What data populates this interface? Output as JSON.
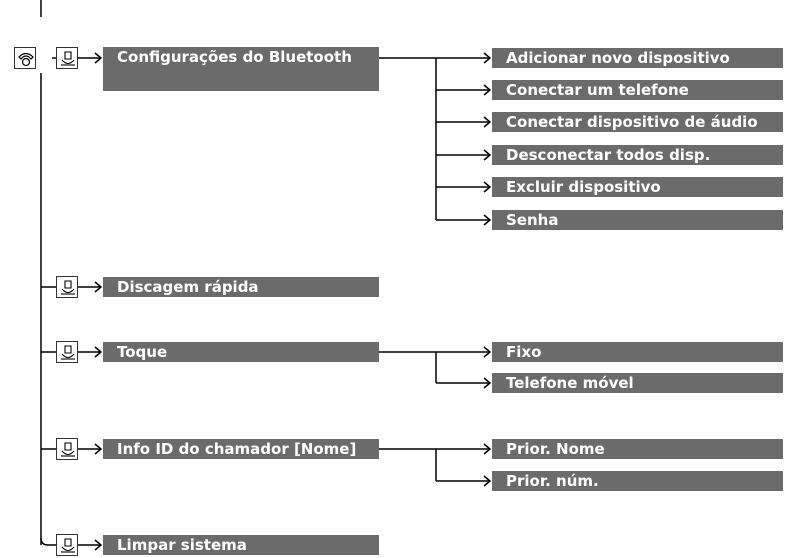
{
  "phone_icon": "phone-handset-icon",
  "voice_icon": "talk-button-icon",
  "menu": [
    {
      "label": "Configurações do Bluetooth",
      "children": [
        "Adicionar novo dispositivo",
        "Conectar um telefone",
        "Conectar dispositivo de áudio",
        "Desconectar todos disp.",
        "Excluir dispositivo",
        "Senha"
      ]
    },
    {
      "label": "Discagem rápida",
      "children": []
    },
    {
      "label": "Toque",
      "children": [
        "Fixo",
        "Telefone móvel"
      ]
    },
    {
      "label": "Info ID do chamador [Nome]",
      "children": [
        "Prior. Nome",
        "Prior. núm."
      ]
    },
    {
      "label": "Limpar sistema",
      "children": []
    }
  ],
  "colors": {
    "box": "#6b6b6b",
    "line": "#000000",
    "text": "#ffffff"
  }
}
